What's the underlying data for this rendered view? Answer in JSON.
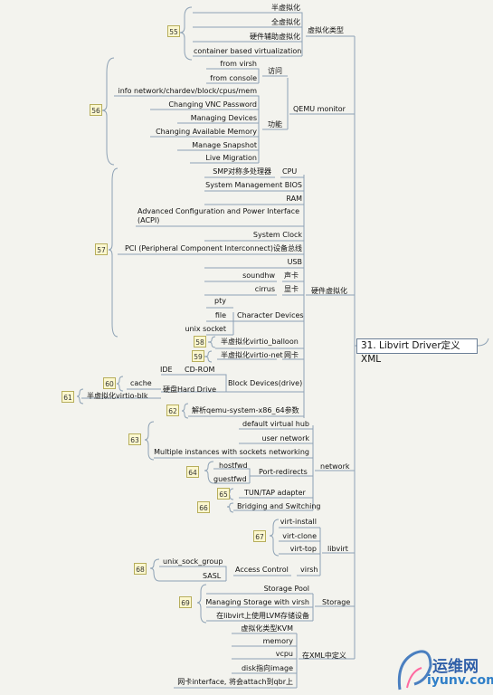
{
  "root": "31. Libvirt Driver定义XML",
  "branches": {
    "virt_type": {
      "label": "虚拟化类型",
      "badge": "55",
      "items": [
        "半虚拟化",
        "全虚拟化",
        "硬件辅助虚拟化",
        "container based virtualization"
      ]
    },
    "qemu_monitor": {
      "label": "QEMU monitor",
      "badge": "56",
      "access": {
        "label": "访问",
        "items": [
          "from virsh",
          "from console"
        ]
      },
      "functions": {
        "label": "功能",
        "items": [
          "info network/chardev/block/cpus/mem",
          "Changing VNC Password",
          "Managing Devices",
          "Changing Available Memory",
          "Manage Snapshot",
          "Live Migration"
        ]
      }
    },
    "hw_virt": {
      "label": "硬件虚拟化",
      "badge57": "57",
      "items57": [
        "SMP对称多处理器",
        "System Management BIOS",
        "RAM",
        "Advanced Configuration and Power Interface (ACPI)",
        "System Clock",
        "PCI (Peripheral Component Interconnect)设备总线",
        "USB",
        "soundhw",
        "cirrus"
      ],
      "cpu": "CPU",
      "sound": "声卡",
      "display": "显卡",
      "char_devices": {
        "label": "Character Devices",
        "items": [
          "pty",
          "file",
          "unix socket"
        ]
      },
      "balloon": {
        "badge": "58",
        "label": "半虚拟化virtio_balloon"
      },
      "nic": {
        "badge": "59",
        "label": "半虚拟化virtio-net",
        "parent": "网卡"
      },
      "block": {
        "label": "Block Devices(drive)",
        "ide": "IDE",
        "cdrom": "CD-ROM",
        "hdd": "硬盘Hard Drive",
        "cache": "cache",
        "badge60": "60",
        "virtio_blk": "半虚拟化virtio-blk",
        "badge61": "61"
      },
      "params": {
        "badge": "62",
        "label": "解析qemu-system-x86_64参数"
      }
    },
    "network": {
      "label": "network",
      "badge63": "63",
      "items63": [
        "default virtual hub",
        "user network",
        "Multiple instances with sockets networking"
      ],
      "port_redirects": {
        "label": "Port-redirects",
        "badge": "64",
        "items": [
          "hostfwd",
          "guestfwd"
        ]
      },
      "tun": {
        "badge": "65",
        "label": "TUN/TAP adapter"
      },
      "bridging": {
        "badge": "66",
        "label": "Bridging and Switching"
      }
    },
    "libvirt": {
      "label": "libvirt",
      "badge67": "67",
      "items67": [
        "virt-install",
        "virt-clone",
        "virt-top"
      ],
      "virsh": "virsh",
      "access_control": "Access Control",
      "badge68": "68",
      "items68": [
        "unix_sock_group",
        "SASL"
      ]
    },
    "storage": {
      "label": "Storage",
      "badge": "69",
      "items": [
        "Storage Pool",
        "Managing Storage with virsh",
        "在libvirt上使用LVM存储设备"
      ]
    },
    "xml_def": {
      "label": "在XML中定义",
      "items": [
        "虚拟化类型KVM",
        "memory",
        "vcpu",
        "disk指向image",
        "网卡interface, 将会attach到qbr上"
      ]
    }
  },
  "watermark": {
    "cn": "运维网",
    "en": "iyunv.com"
  },
  "colors": {
    "line": "#8ea2b5",
    "background": "#f3f3ee",
    "badge": "#fbf7cf"
  }
}
